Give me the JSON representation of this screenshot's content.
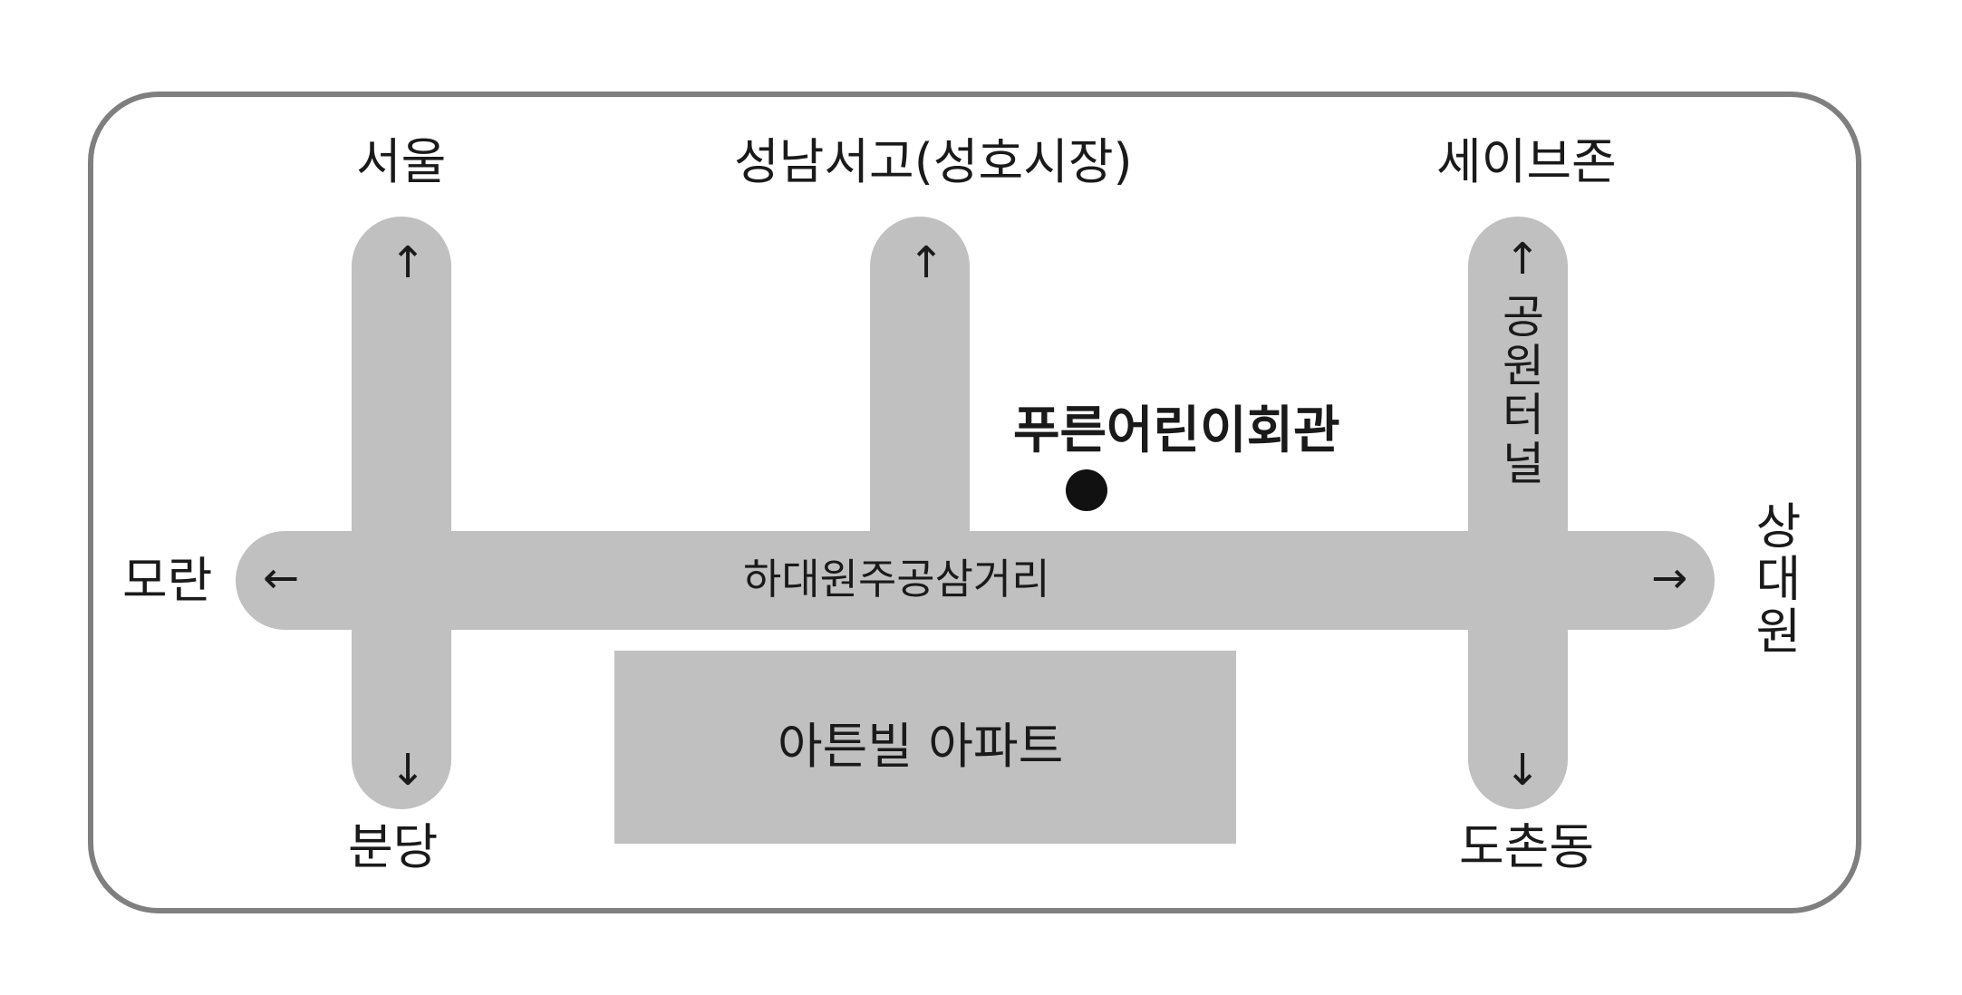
{
  "destinations": {
    "top_left": "서울",
    "top_center": "성남서고(성호시장)",
    "top_right": "세이브존",
    "left": "모란",
    "right": "상대원",
    "bottom_left": "분당",
    "bottom_right": "도촌동"
  },
  "roads": {
    "main_road": "하대원주공삼거리",
    "tunnel": "공원터널"
  },
  "landmarks": {
    "venue": "푸른어린이회관",
    "apartment": "아튼빌 아파트"
  },
  "arrows": {
    "up": "↑",
    "down": "↓",
    "left": "←",
    "right": "→"
  },
  "colors": {
    "road": "#c0c0c0",
    "frame_border": "#7f7f7f",
    "marker": "#111111"
  }
}
